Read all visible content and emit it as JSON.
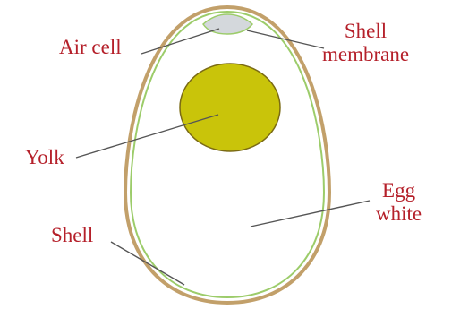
{
  "labels": {
    "air_cell": "Air cell",
    "shell_membrane_line1": "Shell",
    "shell_membrane_line2": "membrane",
    "yolk": "Yolk",
    "egg_white_line1": "Egg",
    "egg_white_line2": "white",
    "shell": "Shell"
  },
  "colors": {
    "label_text": "#b5202a",
    "shell_outer": "#c2a06a",
    "shell_membrane": "#9ccc6a",
    "air_cell_fill": "#d4d8dc",
    "yolk_fill": "#c9c40a",
    "yolk_outline": "#7a6a14",
    "egg_white_fill": "#ffffff",
    "leader_line": "#555555"
  }
}
